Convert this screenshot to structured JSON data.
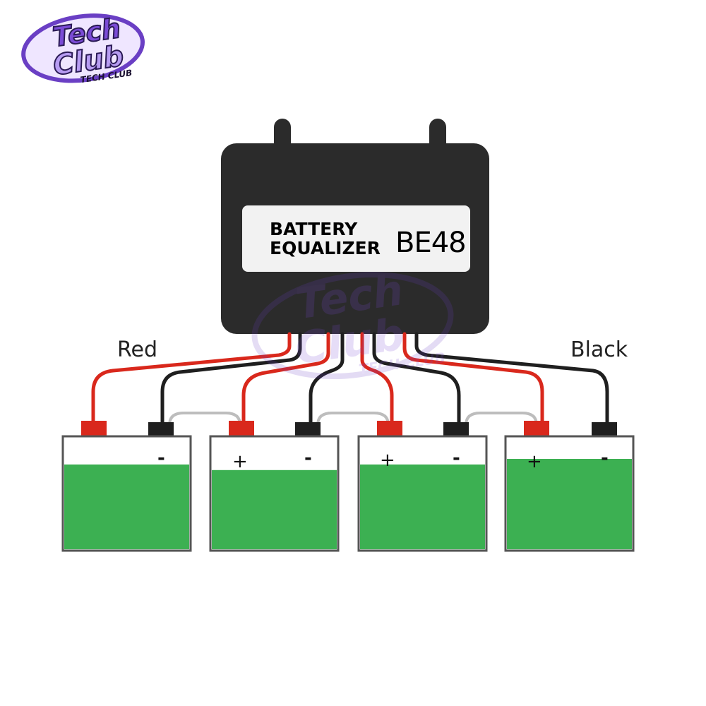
{
  "logo": {
    "line1": "Tech",
    "line2": "Club",
    "sub": "TECH CLUB"
  },
  "device": {
    "title_line1": "BATTERY",
    "title_line2": "EQUALIZER",
    "model": "BE48"
  },
  "wire_labels": {
    "left": "Red",
    "right": "Black"
  },
  "batteries": [
    {
      "plus": "",
      "minus": "-",
      "charge": 0.76
    },
    {
      "plus": "+",
      "minus": "-",
      "charge": 0.71
    },
    {
      "plus": "+",
      "minus": "-",
      "charge": 0.76
    },
    {
      "plus": "+",
      "minus": "-",
      "charge": 0.81
    }
  ],
  "colors": {
    "device": "#2b2b2b",
    "label_bg": "#f2f2f2",
    "red_wire": "#d9281c",
    "black_wire": "#1f1f1f",
    "battery_fill": "#3cb052",
    "battery_outline": "#555555",
    "logo_purple": "#7b4bd6",
    "logo_light": "#d9c8ff"
  }
}
